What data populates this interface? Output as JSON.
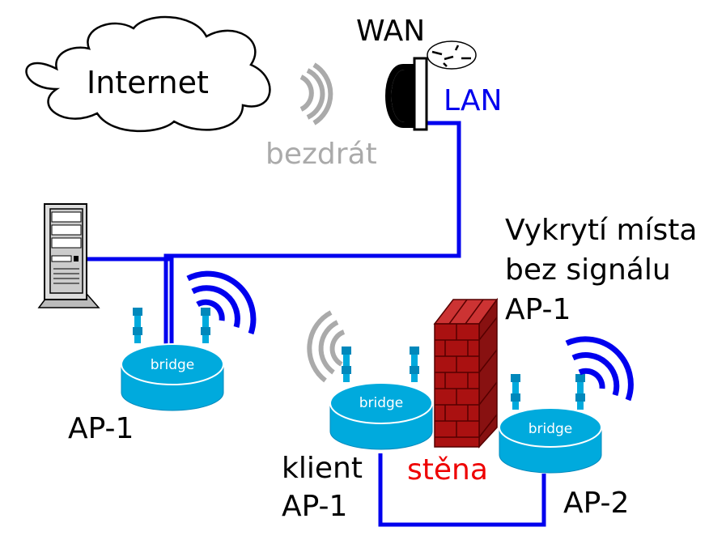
{
  "labels": {
    "internet": "Internet",
    "wan": "WAN",
    "lan": "LAN",
    "wireless": "bezdrát",
    "ap1": "AP-1",
    "client_line1": "klient",
    "client_line2": "AP-1",
    "wall": "stěna",
    "ap2": "AP-2",
    "coverage_line1": "Vykrytí místa",
    "coverage_line2": "bez signálu",
    "coverage_line3": "AP-1"
  },
  "router_label": "bridge",
  "colors": {
    "lan_cable": "#0000ee",
    "router_body": "#00aadd",
    "router_antenna": "#00aadd",
    "signal_active": "#0000ee",
    "signal_inactive": "#aaaaaa",
    "wall_brick": "#aa1111",
    "wall_text": "#ee0000",
    "wireless_text": "#aaaaaa"
  },
  "icons": [
    "cloud-icon",
    "satellite-dish-icon",
    "server-tower-icon",
    "wifi-router-icon",
    "brick-wall-icon",
    "signal-waves-icon"
  ]
}
